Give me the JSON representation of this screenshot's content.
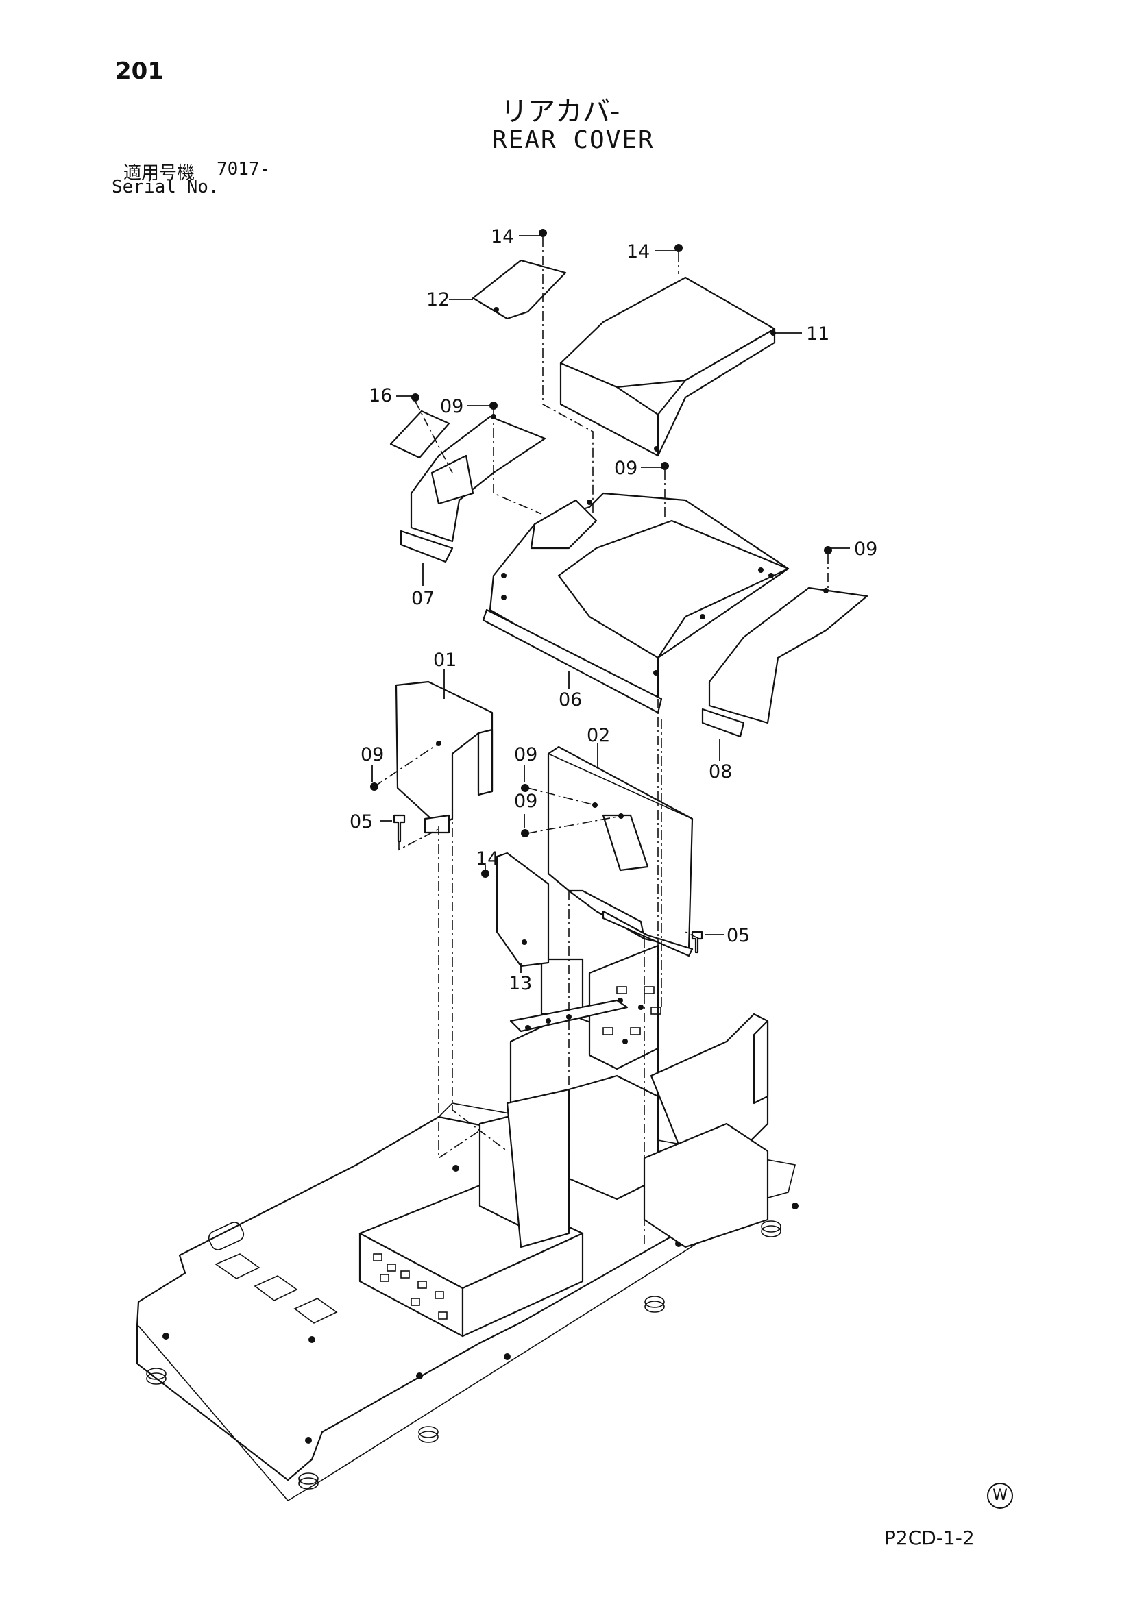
{
  "header": {
    "page_number": "201",
    "title_jp": "リアカバ-",
    "title_en": "REAR COVER",
    "serial_label_jp": "適用号機",
    "serial_value": "7017-",
    "serial_label_en": "Serial No."
  },
  "callouts": [
    "14",
    "14",
    "12",
    "11",
    "16",
    "09",
    "09",
    "09",
    "07",
    "06",
    "08",
    "01",
    "02",
    "09",
    "09",
    "09",
    "05",
    "14",
    "05",
    "13"
  ],
  "footer": {
    "mark": "W",
    "drawing_code": "P2CD-1-2"
  }
}
